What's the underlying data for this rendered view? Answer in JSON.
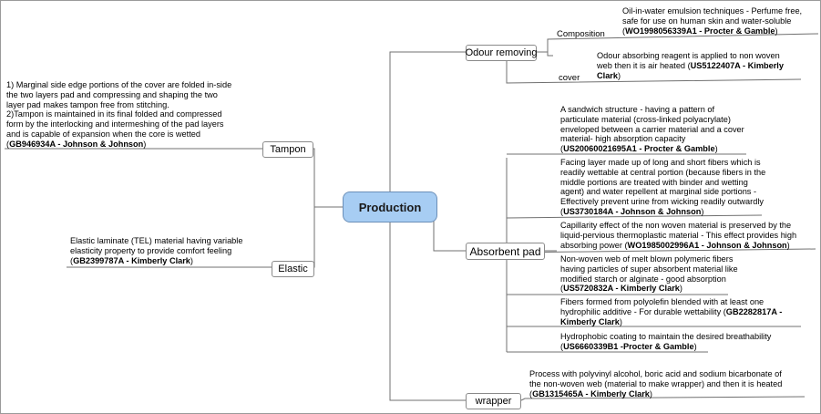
{
  "central": "Production",
  "branches": {
    "odour": {
      "label": "Odour removing",
      "sub": {
        "composition": {
          "label": "Composition",
          "lines": [
            "Oil-in-water emulsion techniques - Perfume free,",
            "safe for use on human skin and  water-soluble"
          ],
          "ref": "WO1998056339A1 - Procter & Gamble"
        },
        "cover": {
          "label": "cover",
          "lines": [
            "Odour absorbing reagent is applied to non woven",
            "web then it is air heated "
          ],
          "ref1": "US5122407A - Kimberly",
          "ref2": "Clark"
        }
      }
    },
    "tampon": {
      "label": "Tampon",
      "lines": [
        "1) Marginal side edge portions of the cover are folded in-side",
        "the two layers pad and compressing and shaping the two",
        "layer pad makes tampon  free from stitching.",
        "2)Tampon is maintained in its final folded and compressed",
        "form by the interlocking and intermeshing of the pad layers",
        "and is capable of expansion when the core is wetted"
      ],
      "ref": "GB946934A - Johnson & Johnson"
    },
    "elastic": {
      "label": "Elastic",
      "lines": [
        "Elastic laminate (TEL) material having variable",
        "elasticity property to provide  comfort feeling"
      ],
      "ref": "GB2399787A - Kimberly Clark"
    },
    "absorbent": {
      "label": "Absorbent pad",
      "items": [
        {
          "lines": [
            "A sandwich structure - having a pattern of",
            "particulate material (cross-linked polyacrylate)",
            "enveloped between a carrier material and a cover",
            "material- high absorption capacity"
          ],
          "ref": "US20060021695A1 - Procter & Gamble"
        },
        {
          "lines": [
            "Facing layer made up of long and short fibers which is",
            "readily wettable at central portion (because fibers in the",
            "middle portions are treated with binder and wetting",
            "agent) and water repellent at marginal side portions -",
            "Effectively prevent urine from wicking readily outwardly"
          ],
          "ref": "US3730184A - Johnson & Johnson"
        },
        {
          "lines": [
            "Capillarity effect of the non woven material is preserved by the",
            "liquid-pervious thermoplastic material - This effect provides high",
            "absorbing power "
          ],
          "ref": "WO1985002996A1 - Johnson & Johnson"
        },
        {
          "lines": [
            "Non-woven web of melt blown polymeric fibers",
            "having particles of super absorbent material like",
            "modified starch or alginate - good absorption"
          ],
          "ref": "US5720832A - Kimberly Clark"
        },
        {
          "lines": [
            "Fibers formed from polyolefin blended with at least one",
            "hydrophilic additive - For durable wettability "
          ],
          "ref1": "GB2282817A -",
          "ref2": "Kimberly Clark"
        },
        {
          "lines": [
            "Hydrophobic coating to maintain the desired breathability"
          ],
          "ref": "US6660339B1 -Procter & Gamble"
        }
      ]
    },
    "wrapper": {
      "label": "wrapper",
      "lines": [
        "Process with  polyvinyl alcohol, boric acid and sodium bicarbonate of",
        "the non-woven web (material to make wrapper) and then it is heated"
      ],
      "ref": "GB1315465A - Kimberly Clark"
    }
  }
}
